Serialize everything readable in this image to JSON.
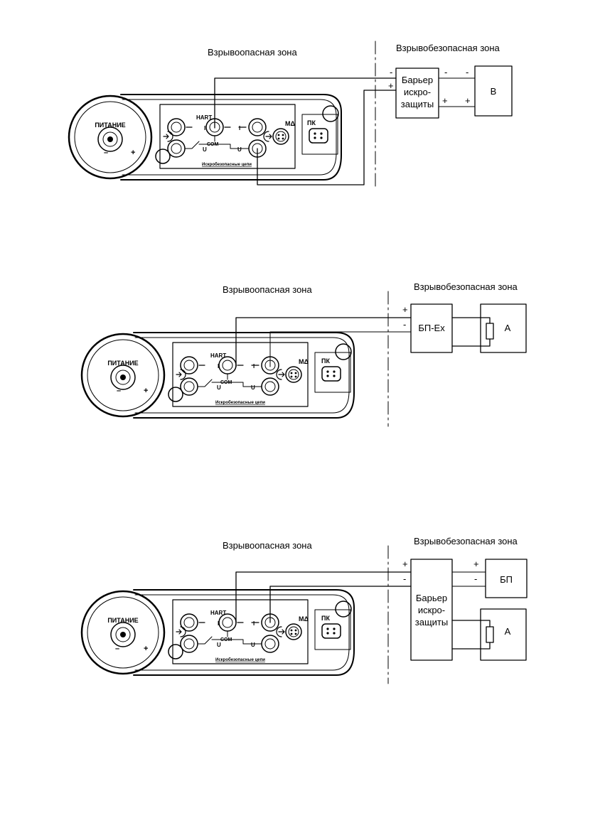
{
  "zones": {
    "hazardous": "Взрывоопасная зона",
    "safe": "Взрывобезопасная зона"
  },
  "device": {
    "power_label": "ПИТАНИЕ",
    "hart": "HART",
    "com": "COM",
    "i": "I",
    "u": "U",
    "md": "МΔ",
    "pk": "ПК",
    "footer": "Искробезопасные цепи",
    "minus": "–",
    "plus": "+"
  },
  "signs": {
    "plus": "+",
    "minus": "-"
  },
  "diagram1": {
    "barrier_lines": [
      "Барьер",
      "искро-",
      "защиты"
    ],
    "load": "В"
  },
  "diagram2": {
    "supply": "БП-Ex",
    "load": "А"
  },
  "diagram3": {
    "barrier_lines": [
      "Барьер",
      "искро-",
      "защиты"
    ],
    "supply": "БП",
    "load": "А"
  }
}
